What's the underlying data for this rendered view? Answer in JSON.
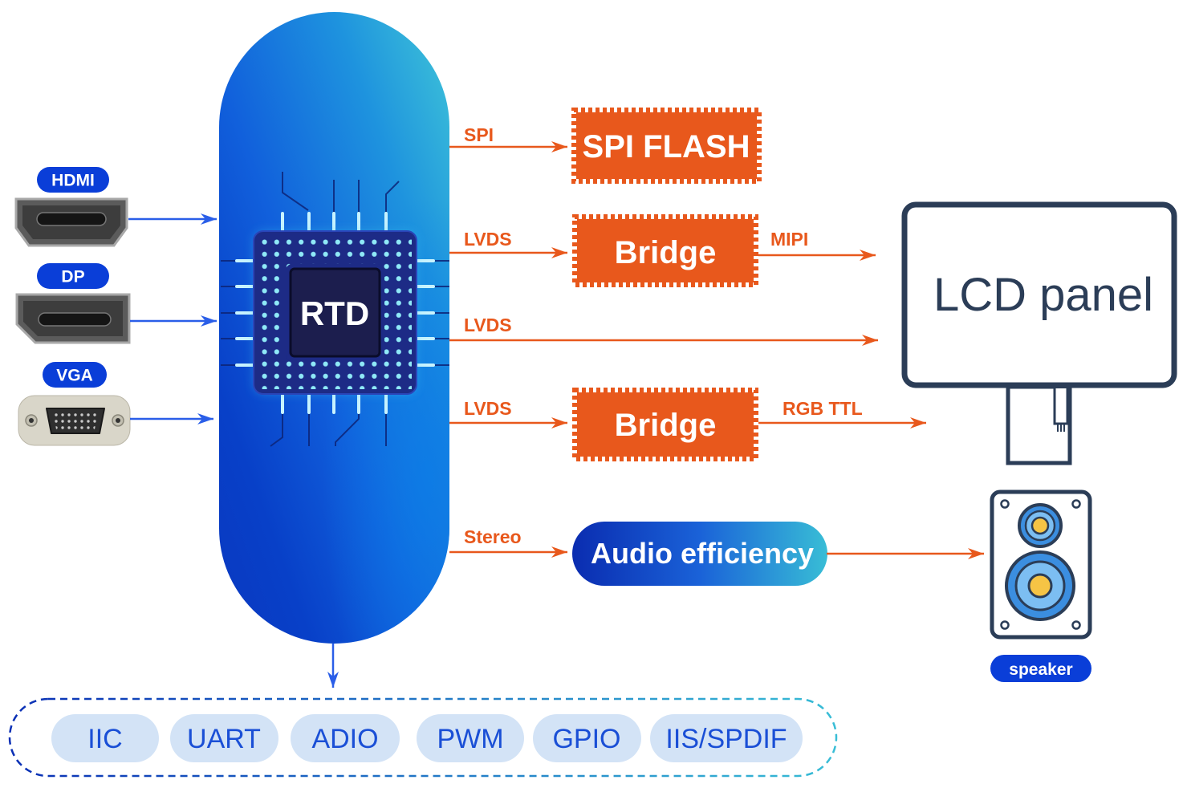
{
  "chip": {
    "label": "RTD"
  },
  "inputs": {
    "hdmi": {
      "label": "HDMI",
      "icon": "hdmi-port-icon"
    },
    "dp": {
      "label": "DP",
      "icon": "displayport-icon"
    },
    "vga": {
      "label": "VGA",
      "icon": "vga-port-icon"
    }
  },
  "links": {
    "spi": "SPI",
    "lvds_to_mipi_bridge": "LVDS",
    "mipi": "MIPI",
    "lvds_direct": "LVDS",
    "lvds_to_rgb_bridge": "LVDS",
    "rgb_ttl": "RGB TTL",
    "stereo": "Stereo"
  },
  "blocks": {
    "spi_flash": "SPI FLASH",
    "mipi_bridge": "Bridge",
    "rgb_bridge": "Bridge",
    "audio": "Audio efficiency",
    "lcd_panel": "LCD panel"
  },
  "speaker": {
    "label": "speaker",
    "icon": "speaker-icon"
  },
  "peripherals": [
    "IIC",
    "UART",
    "ADIO",
    "PWM",
    "GPIO",
    "IIS/SPDIF"
  ],
  "colors": {
    "orange": "#e8581c",
    "label_blue": "#0a3ed8",
    "arrow_blue": "#2a5ee8",
    "navy": "#2b3d57",
    "peripheral_bg": "#d3e3f6",
    "peripheral_text": "#1a4fd6"
  }
}
